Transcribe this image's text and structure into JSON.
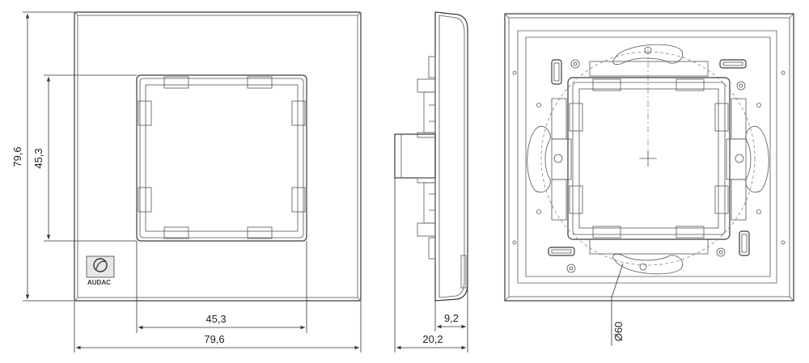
{
  "front_view": {
    "dim_total_height": "79,6",
    "dim_inner_height": "45,3",
    "dim_inner_width": "45,3",
    "dim_total_width": "79,6",
    "logo_text": "AUDAC"
  },
  "side_view": {
    "dim_thickness": "9,2",
    "dim_depth": "20,2"
  },
  "back_view": {
    "dim_circle": "Ø60"
  }
}
